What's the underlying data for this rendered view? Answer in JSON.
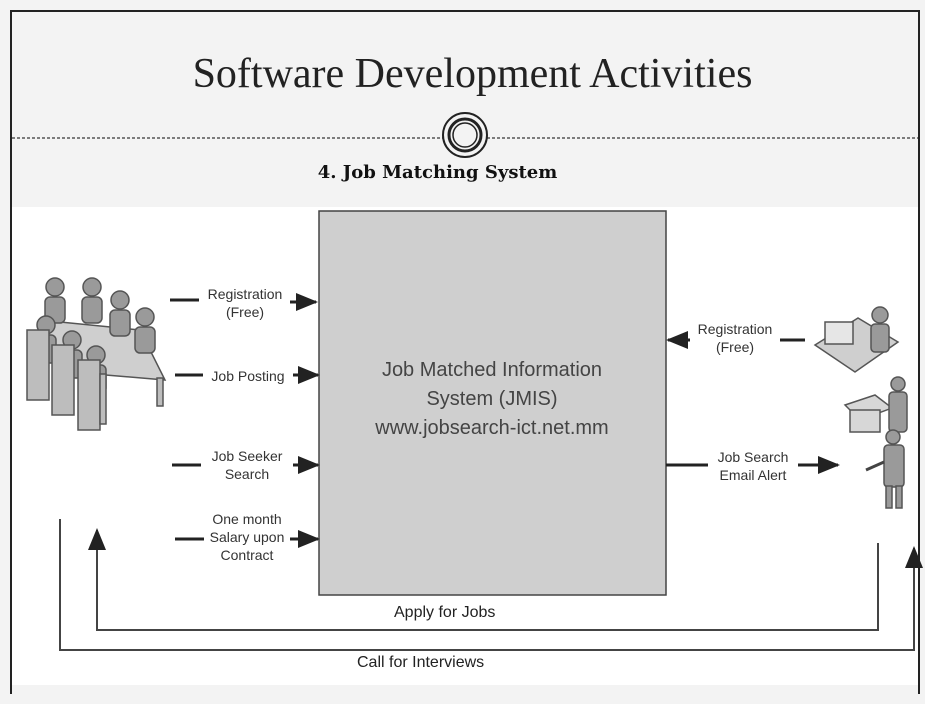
{
  "slide": {
    "title": "Software Development Activities",
    "subtitle": "4. Job Matching System"
  },
  "system": {
    "line1": "Job Matched Information",
    "line2": "System (JMIS)",
    "line3": "www.jobsearch-ict.net.mm"
  },
  "left_flows": {
    "registration": [
      "Registration",
      "(Free)"
    ],
    "job_posting": "Job Posting",
    "job_seeker_search": [
      "Job Seeker",
      "Search"
    ],
    "fee": [
      "One month",
      "Salary upon",
      "Contract"
    ]
  },
  "right_flows": {
    "registration": [
      "Registration",
      "(Free)"
    ],
    "job_search_alert": [
      "Job Search",
      "Email Alert"
    ]
  },
  "bottom_flows": {
    "apply": "Apply for Jobs",
    "call": "Call for Interviews"
  },
  "actors": {
    "employers": "employers-meeting-icon",
    "job_seekers": "job-seekers-icon"
  },
  "colors": {
    "system_box": "#cfcfcf",
    "line": "#444444",
    "background": "#f3f3f3"
  }
}
